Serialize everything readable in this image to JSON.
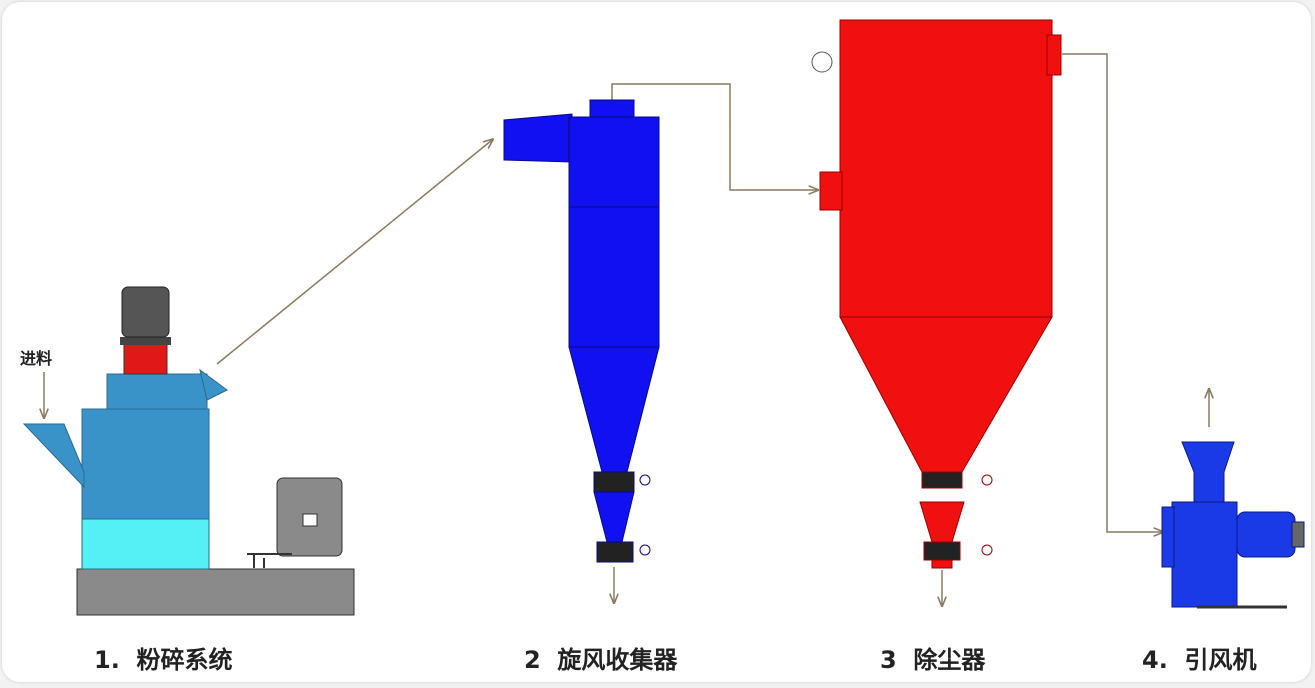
{
  "feed_label": "进料",
  "stages": [
    {
      "number": "1.",
      "name": "粉碎系统"
    },
    {
      "number": "2",
      "name": "旋风收集器"
    },
    {
      "number": "3",
      "name": "除尘器"
    },
    {
      "number": "4.",
      "name": "引风机"
    }
  ],
  "colors": {
    "mill": "#3a93c8",
    "mill_lower": "#55f0f5",
    "cyclone": "#1010f0",
    "dust_collector": "#f01010",
    "fan": "#1a3ae8",
    "pipe": "#8a7a60",
    "base": "#8a8a8a"
  }
}
